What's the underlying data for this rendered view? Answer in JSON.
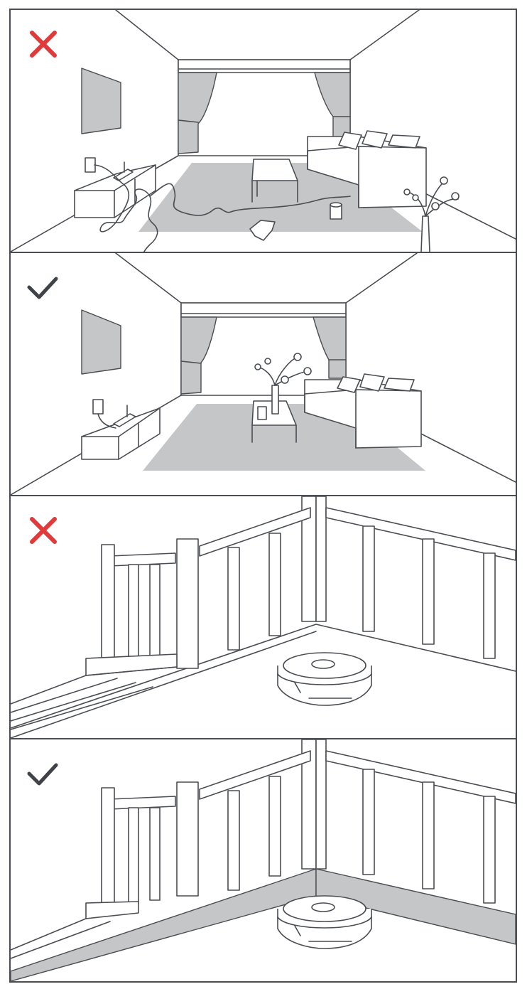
{
  "panels": [
    {
      "scene": "living-room-cluttered",
      "verdict": "incorrect",
      "verdict_icon": "cross-icon"
    },
    {
      "scene": "living-room-tidy",
      "verdict": "correct",
      "verdict_icon": "check-icon"
    },
    {
      "scene": "balcony-railing-open",
      "verdict": "incorrect",
      "verdict_icon": "cross-icon"
    },
    {
      "scene": "balcony-railing-with-barrier",
      "verdict": "correct",
      "verdict_icon": "check-icon"
    }
  ],
  "colors": {
    "line": "#4a4d52",
    "fill_gray": "#c4c6c8",
    "cross_red": "#e03a3a",
    "check_dark": "#3f4247"
  }
}
